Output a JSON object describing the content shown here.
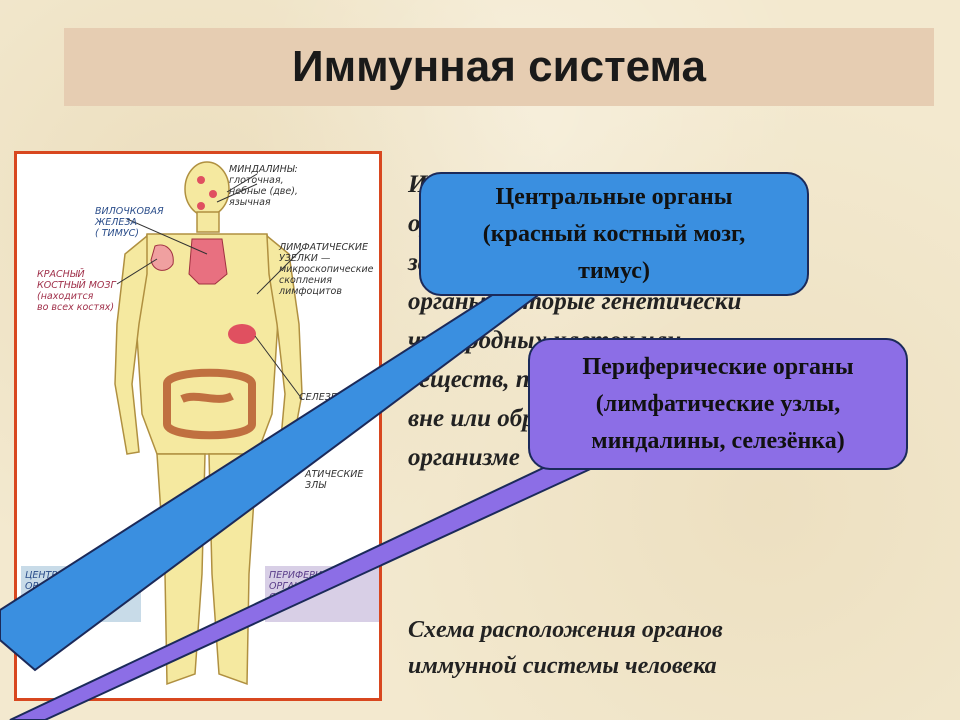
{
  "title": "Иммунная система",
  "definition_text": "Иммунная система —\nорганы, которые обеспечивают\nзащиту организма,\nорганы, которые генетически\nчужеродных клеток или\nвеществ, поступающих\nвне или образующихся в\nорганизме",
  "callouts": {
    "central": "Центральные органы\n(красный костный мозг,\nтимус)",
    "peripheral": "Периферические органы\n(лимфатические узлы,\nминдалины, селезёнка)"
  },
  "caption": "Схема расположения органов\nиммунной системы человека",
  "figure_labels": {
    "tonsils": "МИНДАЛИНЫ:\nглоточная,\nнебные (две),\nязычная",
    "thymus": "ВИЛОЧКОВАЯ\nЖЕЛЕЗА\n( ТИМУС)",
    "lymph_nodes": "ЛИМФАТИЧЕСКИЕ\nУЗЕЛКИ —\nмикроскопические\nскопления\nлимфоцитов",
    "bone_marrow": "КРАСНЫЙ\nКОСТНЫЙ МОЗГ\n(находится\nво всех костях)",
    "spleen": "СЕЛЕЗЕ",
    "lymph_nodes_lower": "АТИЧЕСКИЕ\nЗЛЫ",
    "central_box": "ЦЕНТР\nОР\nСИСТЕМЫ",
    "peripheral_box": "ПЕРИФЕРИЧЕСК\nОРГАНЫ И\nСИСТ"
  },
  "colors": {
    "background": "#f3e9cf",
    "title_bar": "#e6cdb2",
    "frame_border": "#d8471f",
    "central": "#3a8fe0",
    "peripheral": "#8c6ee6",
    "body": "#f5e9a0"
  }
}
